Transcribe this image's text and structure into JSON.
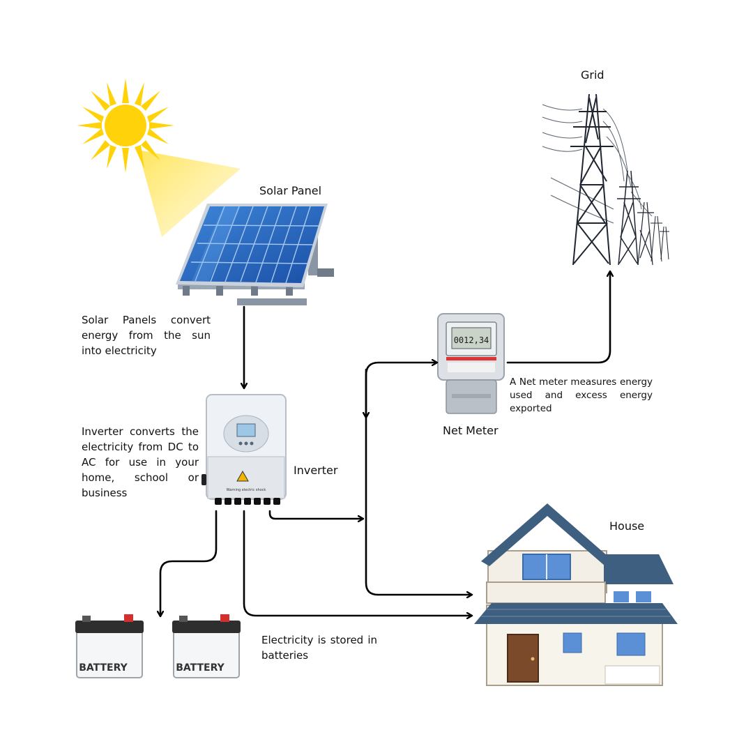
{
  "labels": {
    "grid": "Grid",
    "solar_panel": "Solar Panel",
    "inverter": "Inverter",
    "net_meter": "Net Meter",
    "house": "House"
  },
  "descriptions": {
    "solar": "Solar Panels convert energy from the sun into electricity",
    "inverter": "Inverter converts the electricity from DC to AC for use in your home, school or business",
    "net_meter": "A Net meter measures energy used and excess energy exported",
    "batteries": "Electricity is stored in batteries"
  },
  "battery_label": "BATTERY",
  "meter_display": "0012,34",
  "inverter_warning": "Warning electric shock",
  "colors": {
    "sun": "#FFD20A",
    "sun_ray": "#FFE86A",
    "panel_blue": "#1F5FB8",
    "roof_blue": "#3F5F80",
    "window_blue": "#5B8FD6",
    "door_brown": "#7A4A2A",
    "arrow": "#000000",
    "battery_red": "#D32F2F"
  },
  "icons": [
    "sun-icon",
    "solar-panel-icon",
    "inverter-icon",
    "net-meter-icon",
    "grid-tower-icon",
    "house-icon",
    "battery-icon"
  ]
}
